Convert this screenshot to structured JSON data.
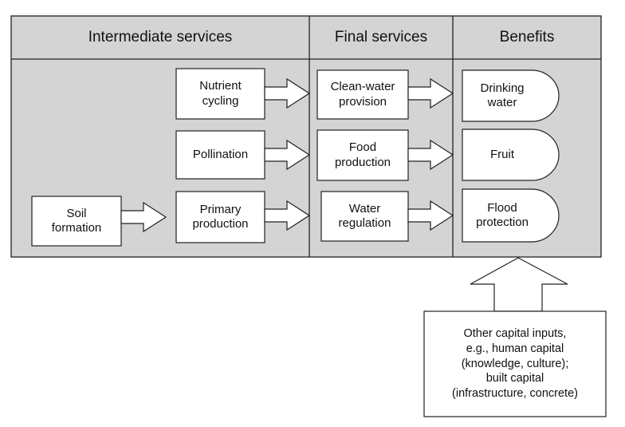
{
  "headers": {
    "intermediate": "Intermediate services",
    "final": "Final services",
    "benefits": "Benefits"
  },
  "nodes": {
    "soil_formation": "Soil\nformation",
    "nutrient_cycling": "Nutrient\ncycling",
    "pollination": "Pollination",
    "primary_production": "Primary\nproduction",
    "clean_water_provision": "Clean-water\nprovision",
    "food_production": "Food\nproduction",
    "water_regulation": "Water\nregulation",
    "drinking_water": "Drinking\nwater",
    "fruit": "Fruit",
    "flood_protection": "Flood\nprotection"
  },
  "other_inputs": "Other capital inputs,\ne.g., human capital\n(knowledge, culture);\nbuilt capital\n(infrastructure, concrete)",
  "colors": {
    "panel_fill": "#d4d4d4",
    "box_fill": "#ffffff",
    "stroke": "#222222"
  }
}
